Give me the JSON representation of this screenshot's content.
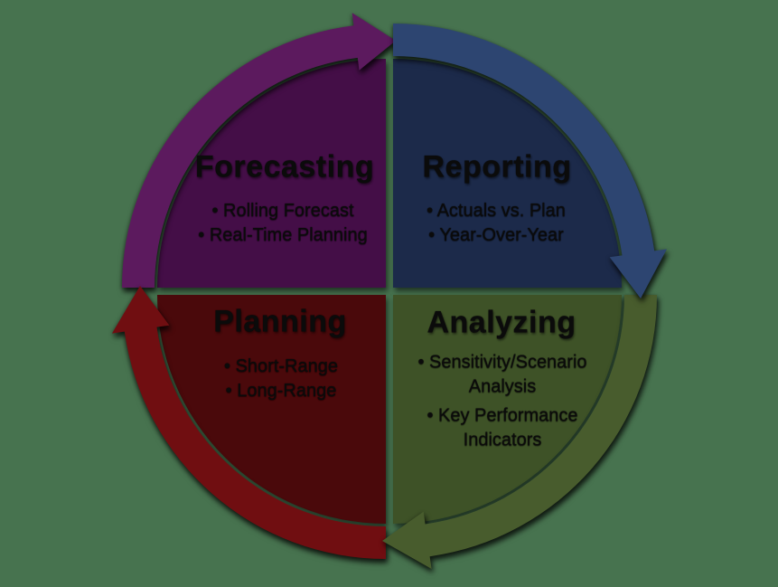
{
  "background_color": "#47734F",
  "text_color": "#0B0B0B",
  "cycle_direction": "clockwise",
  "quadrants": {
    "forecasting": {
      "position": "top-left",
      "title": "Forecasting",
      "lines": [
        "• Rolling Forecast",
        "• Real-Time Planning"
      ],
      "body_color": "#440E47",
      "arrow_color": "#5C1A5E"
    },
    "reporting": {
      "position": "top-right",
      "title": "Reporting",
      "lines": [
        "• Actuals vs. Plan",
        "• Year-Over-Year"
      ],
      "body_color": "#1C2A4A",
      "arrow_color": "#2D4571"
    },
    "analyzing": {
      "position": "bottom-right",
      "title": "Analyzing",
      "lines": [
        "• Sensitivity/Scenario",
        "Analysis",
        "• Key Performance",
        "Indicators"
      ],
      "body_color": "#3E5227",
      "arrow_color": "#485C2D"
    },
    "planning": {
      "position": "bottom-left",
      "title": "Planning",
      "lines": [
        "• Short-Range",
        "• Long-Range"
      ],
      "body_color": "#4A090B",
      "arrow_color": "#700E11"
    }
  }
}
